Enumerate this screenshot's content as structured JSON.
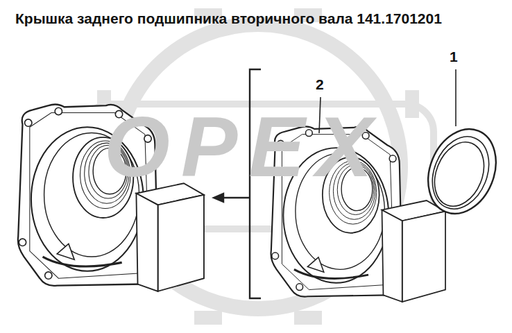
{
  "diagram": {
    "title": "Крышка заднего подшипника вторичного вала 141.1701201",
    "labels": [
      "1",
      "2",
      "OPEX"
    ]
  }
}
